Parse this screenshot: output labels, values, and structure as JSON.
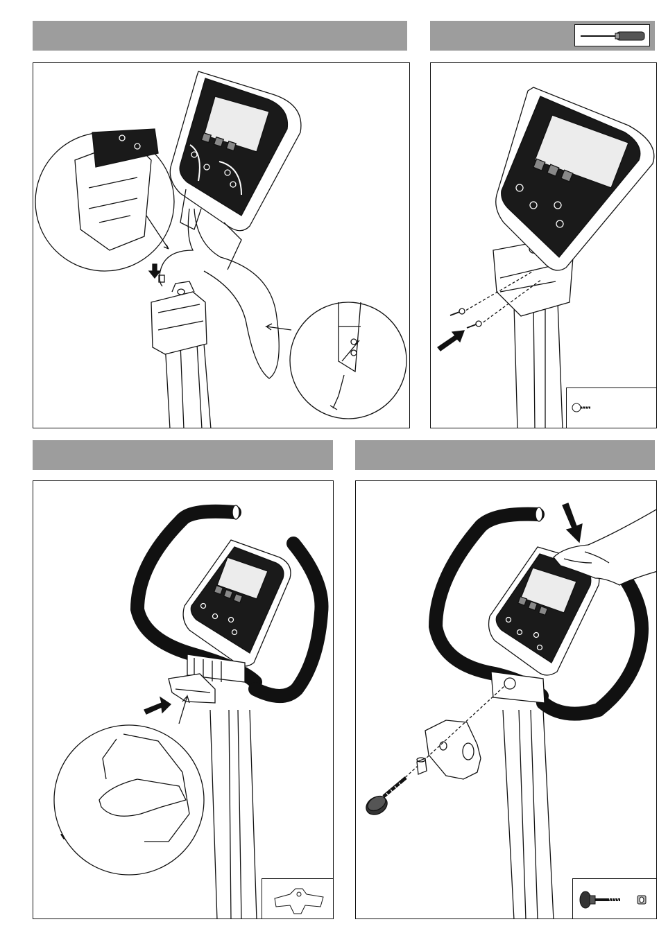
{
  "page": {
    "steps": [
      {
        "id": "step-cable-connection",
        "number": "",
        "title": ""
      },
      {
        "id": "step-console-screws",
        "number": "",
        "title": ""
      },
      {
        "id": "step-bracket-fit",
        "number": "",
        "title": ""
      },
      {
        "id": "step-handlebar-knob",
        "number": "",
        "title": ""
      }
    ]
  },
  "tools": {
    "step2": "screwdriver-icon"
  },
  "parts": {
    "step2": [
      "screw-icon"
    ],
    "step3": [
      "bracket-clamp-icon"
    ],
    "step4": [
      "knob-bolt-icon",
      "spacer-bushing-icon"
    ]
  },
  "colors": {
    "banner": "#9d9d9d",
    "line": "#111111",
    "console_dark": "#1a1a1a",
    "screen": "#ececec",
    "handlebar": "#111111"
  }
}
